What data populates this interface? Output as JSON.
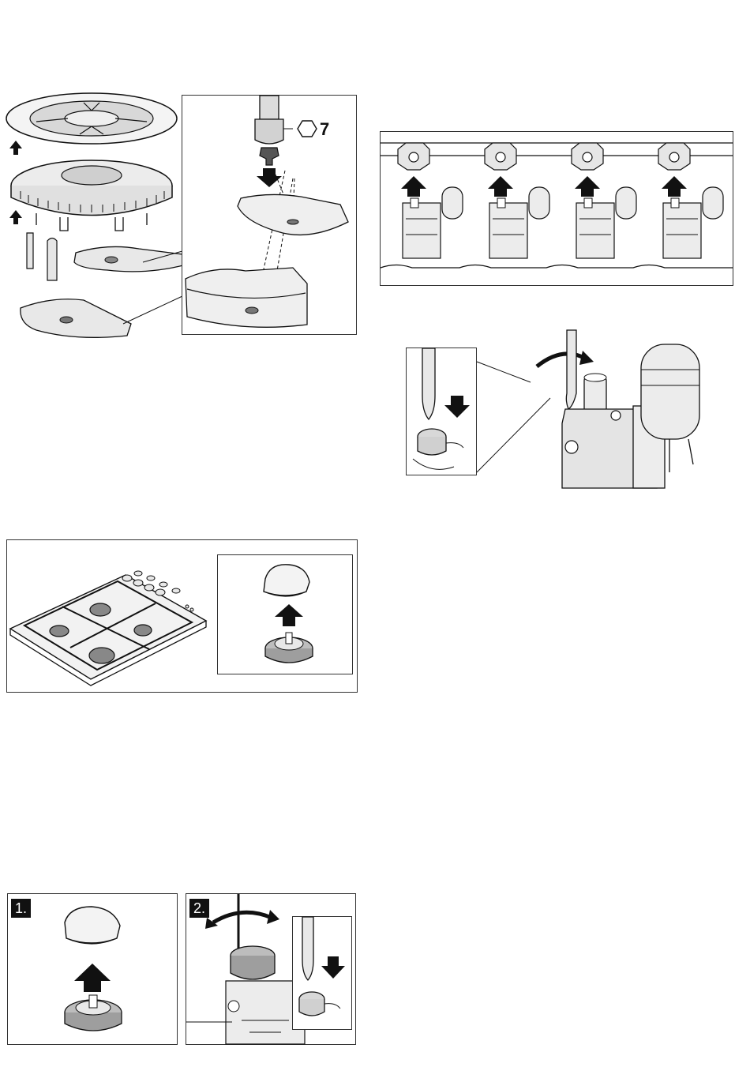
{
  "figure_burner": {
    "callout": {
      "hex_size_label": "7"
    }
  },
  "figure_knobs": {
    "steps": [
      {
        "label": "1."
      },
      {
        "label": "2."
      }
    ]
  }
}
